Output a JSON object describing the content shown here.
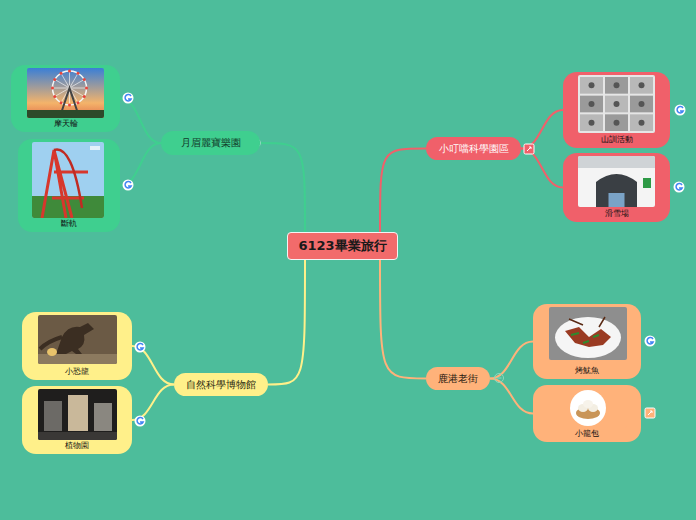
{
  "diagram": {
    "nodes": [
      {
        "text": [
          "6123畢業旅行"
        ]
      },
      {
        "text": [
          "月眉麗寶樂園"
        ]
      },
      {
        "text": [
          "摩天輪"
        ]
      },
      {
        "text": [
          "斷軌"
        ]
      },
      {
        "text": [
          "小叮噹科學園區"
        ]
      },
      {
        "text": [
          "山訓活動"
        ]
      },
      {
        "text": [
          "滑雪場"
        ]
      },
      {
        "text": [
          "自然科學博物館"
        ]
      },
      {
        "text": [
          "小恐龍"
        ]
      },
      {
        "text": [
          "植物園"
        ]
      },
      {
        "text": [
          "鹿港老街"
        ]
      },
      {
        "text": [
          "烤魷魚"
        ]
      },
      {
        "text": [
          "小籠包"
        ]
      }
    ],
    "edges": [
      {
        "from": 0,
        "to": 1,
        "arrow": "none"
      },
      {
        "from": 1,
        "to": 2,
        "arrow": "none"
      },
      {
        "from": 1,
        "to": 3,
        "arrow": "none"
      },
      {
        "from": 0,
        "to": 4,
        "arrow": "none"
      },
      {
        "from": 4,
        "to": 5,
        "arrow": "none"
      },
      {
        "from": 4,
        "to": 6,
        "arrow": "none"
      },
      {
        "from": 0,
        "to": 7,
        "arrow": "none"
      },
      {
        "from": 7,
        "to": 8,
        "arrow": "none"
      },
      {
        "from": 7,
        "to": 9,
        "arrow": "none"
      },
      {
        "from": 0,
        "to": 10,
        "arrow": "none"
      },
      {
        "from": 10,
        "to": 11,
        "arrow": "none"
      },
      {
        "from": 10,
        "to": 12,
        "arrow": "none"
      }
    ]
  }
}
